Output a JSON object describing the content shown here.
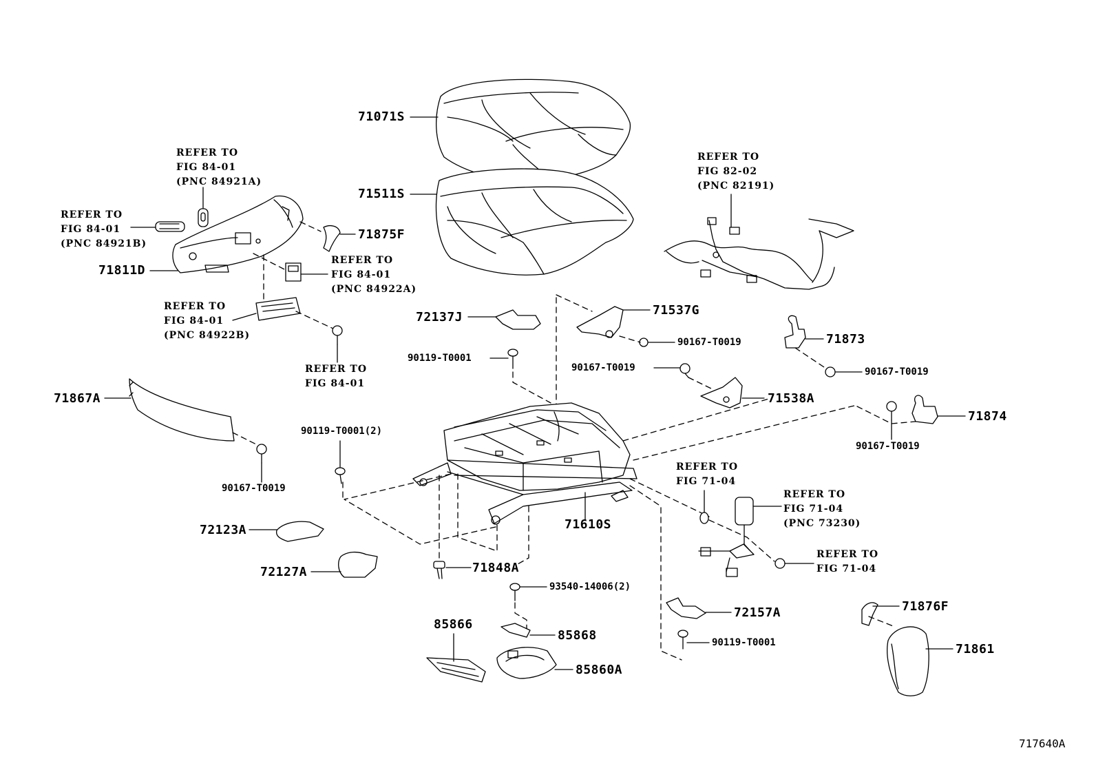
{
  "parts": {
    "p71071S": "71071S",
    "p71511S": "71511S",
    "p71875F": "71875F",
    "p71811D": "71811D",
    "p71537G": "71537G",
    "p72137J": "72137J",
    "p71873": "71873",
    "p71538A": "71538A",
    "p71874": "71874",
    "p71867A": "71867A",
    "p71610S": "71610S",
    "p72123A": "72123A",
    "p72127A": "72127A",
    "p71848A": "71848A",
    "p72157A": "72157A",
    "p71876F": "71876F",
    "p85866": "85866",
    "p85868": "85868",
    "p71861": "71861",
    "p85860A": "85860A"
  },
  "fasteners": {
    "f90167_a": "90167-T0019",
    "f90119_a": "90119-T0001",
    "f90167_b": "90167-T0019",
    "f90167_c": "90167-T0019",
    "f90167_d": "90167-T0019",
    "f90119_2": "90119-T0001(2)",
    "f90167_e": "90167-T0019",
    "f93540": "93540-14006(2)",
    "f90119_b": "90119-T0001"
  },
  "refs": {
    "r1": [
      "REFER TO",
      "FIG 84-01",
      "(PNC 84921A)"
    ],
    "r2": [
      "REFER TO",
      "FIG 84-01",
      "(PNC 84921B)"
    ],
    "r3": [
      "REFER TO",
      "FIG 84-01",
      "(PNC 84922A)"
    ],
    "r4": [
      "REFER TO",
      "FIG 84-01",
      "(PNC 84922B)"
    ],
    "r5": [
      "REFER TO",
      "FIG 84-01"
    ],
    "r6": [
      "REFER TO",
      "FIG 82-02",
      "(PNC 82191)"
    ],
    "r7": [
      "REFER TO",
      "FIG 71-04"
    ],
    "r8": [
      "REFER TO",
      "FIG 71-04",
      "(PNC 73230)"
    ],
    "r9": [
      "REFER TO",
      "FIG 71-04"
    ]
  },
  "figure_id": "717640A",
  "colors": {
    "ink": "#000000",
    "paper": "#ffffff",
    "shade": "#d8d8d8"
  }
}
